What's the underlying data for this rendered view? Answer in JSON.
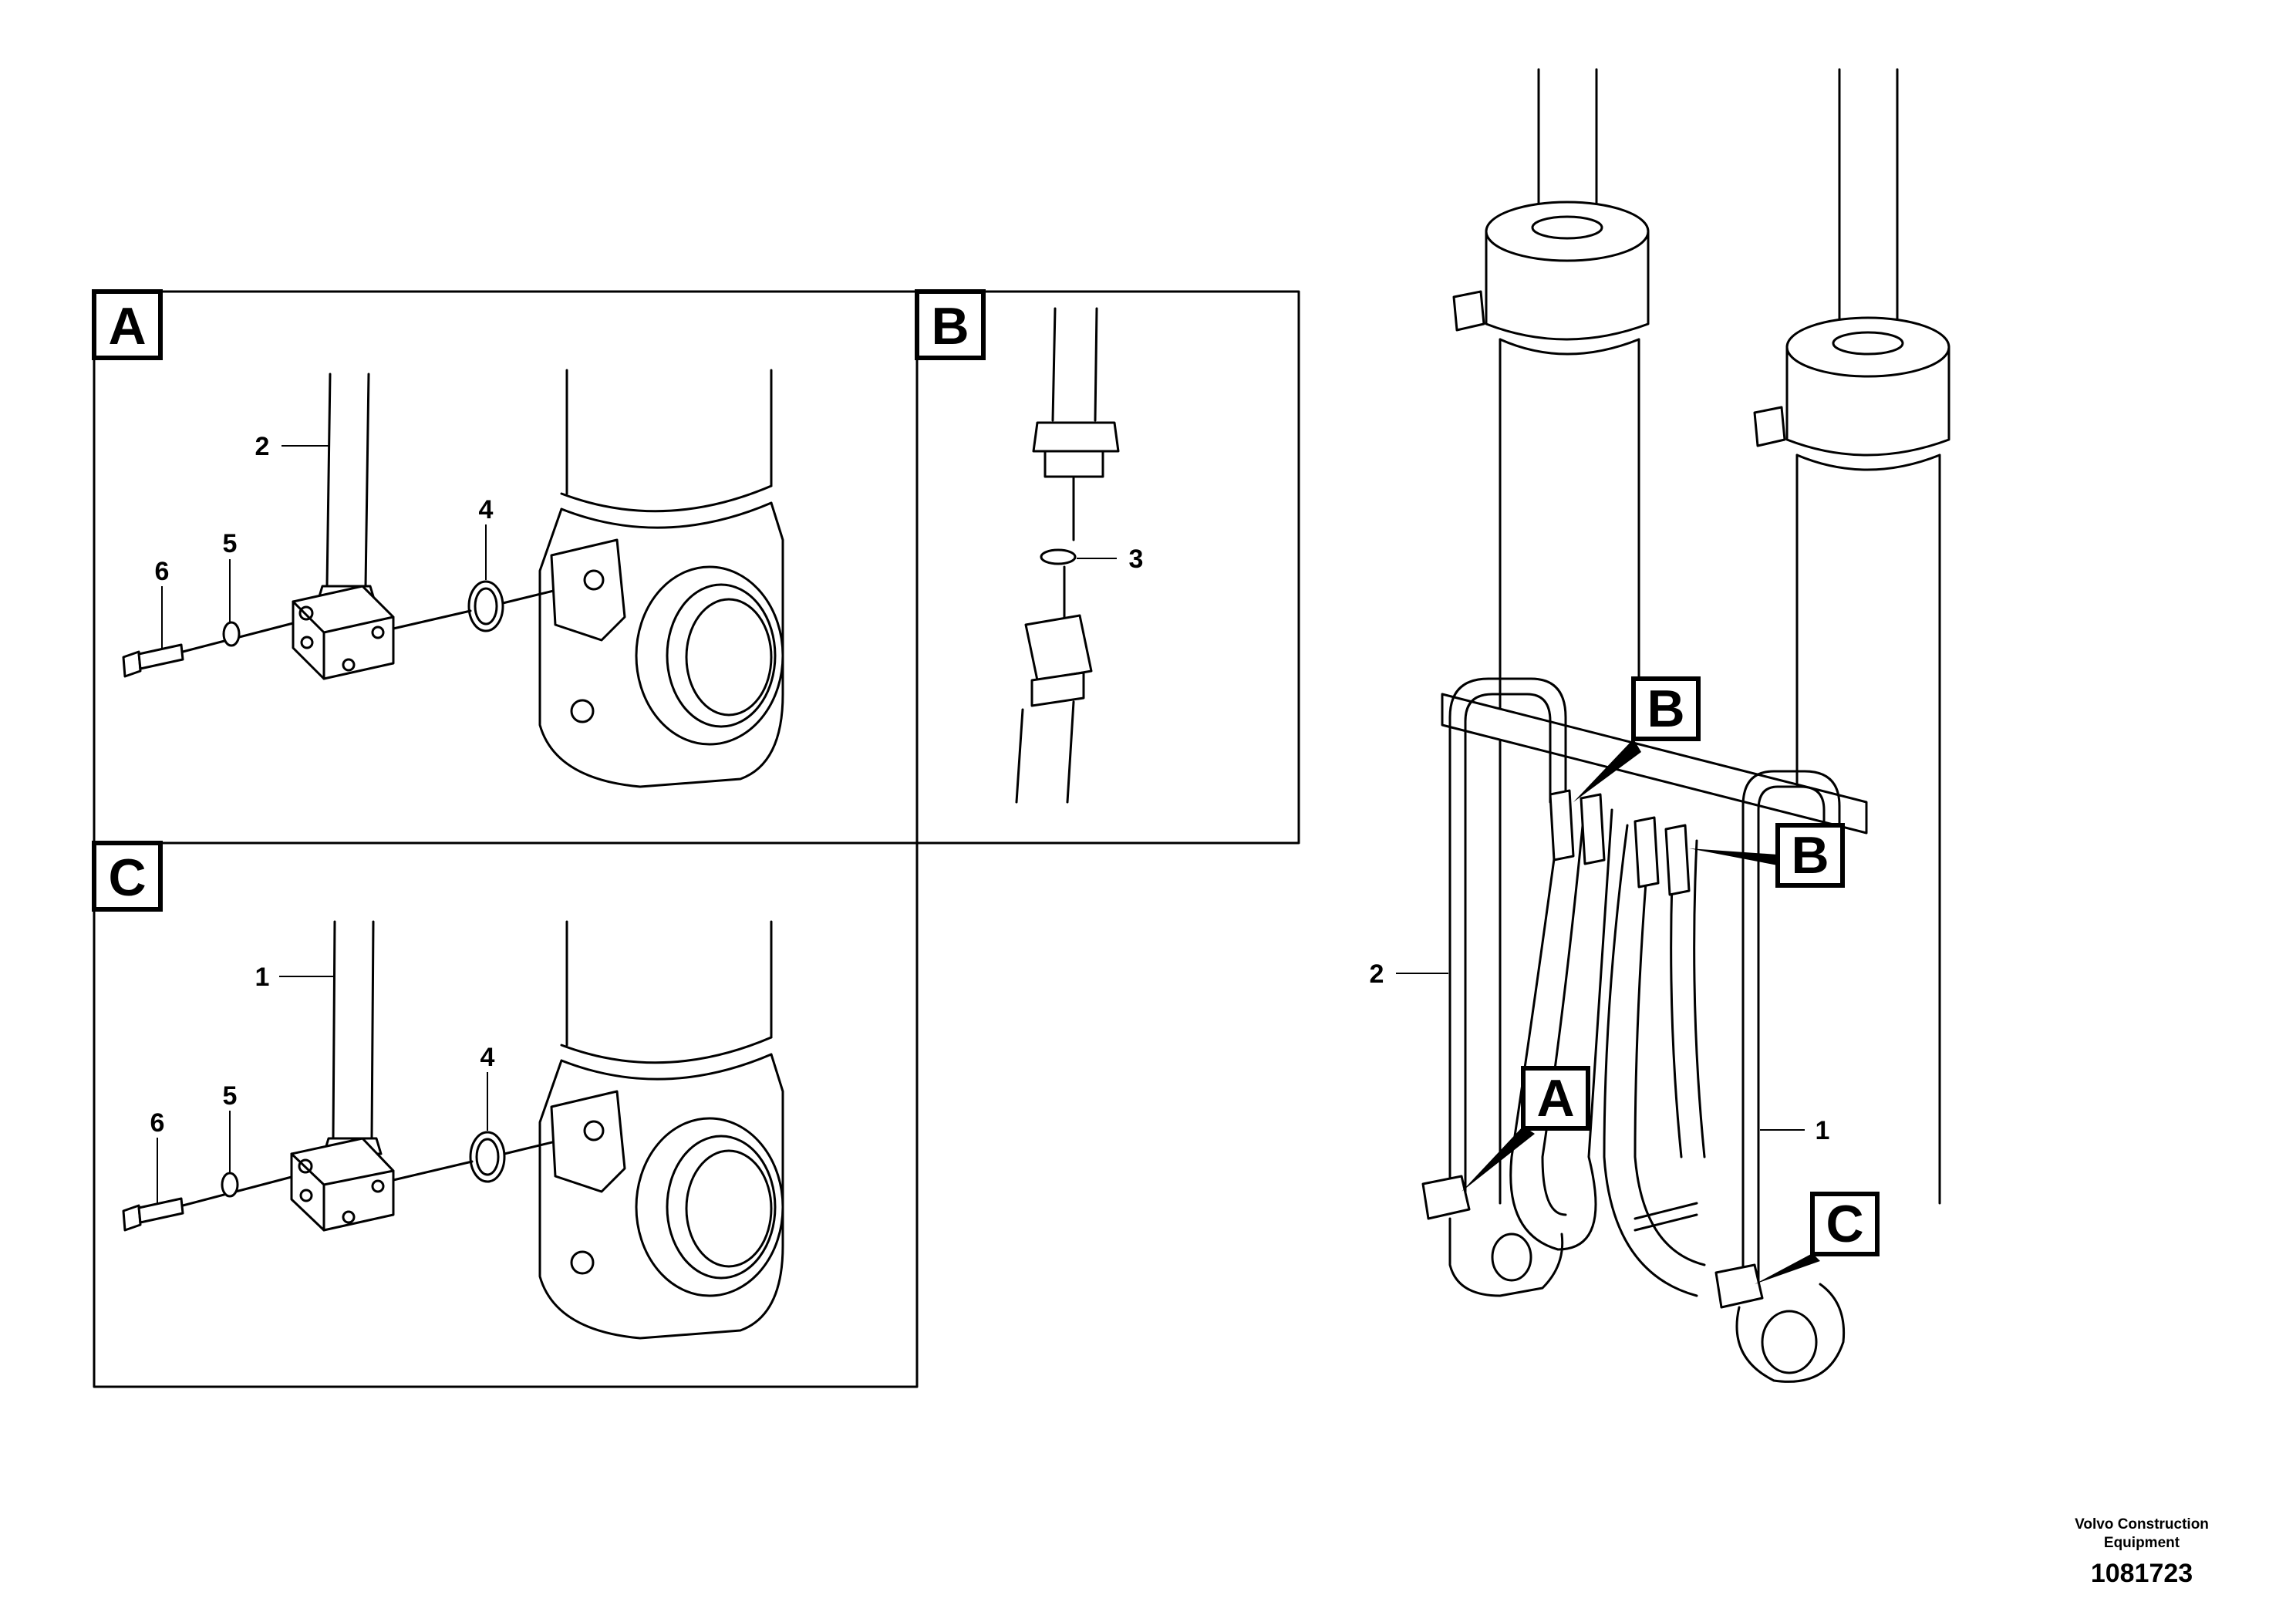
{
  "panels": {
    "a": {
      "letter": "A"
    },
    "b": {
      "letter": "B"
    },
    "c": {
      "letter": "C"
    }
  },
  "callouts": {
    "a_hose": "2",
    "a_oring": "4",
    "a_washer": "5",
    "a_screw": "6",
    "b_oring": "3",
    "c_hose": "1",
    "c_oring": "4",
    "c_washer": "5",
    "c_screw": "6",
    "main_hose_left": "2",
    "main_hose_right": "1"
  },
  "main_labels": {
    "b_upper": "B",
    "b_right": "B",
    "a": "A",
    "c": "C"
  },
  "footer": {
    "manufacturer_line1": "Volvo Construction",
    "manufacturer_line2": "Equipment",
    "doc_number": "1081723"
  }
}
